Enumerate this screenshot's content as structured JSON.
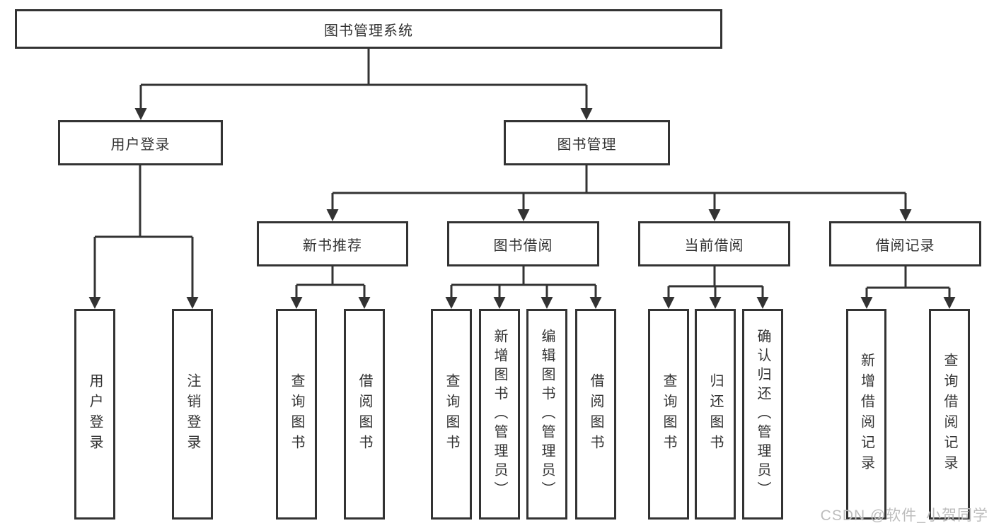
{
  "diagram": {
    "colors": {
      "line": "#333333",
      "text": "#333333",
      "box_background": "#ffffff",
      "watermark": "#bdbdbd"
    },
    "watermark": {
      "text": "CSDN @软件_小贺同学"
    },
    "tree": {
      "label": "图书管理系统",
      "children": [
        {
          "label": "用户登录",
          "children": [
            {
              "label": "用户登录"
            },
            {
              "label": "注销登录"
            }
          ]
        },
        {
          "label": "图书管理",
          "children": [
            {
              "label": "新书推荐",
              "children": [
                {
                  "label": "查询图书"
                },
                {
                  "label": "借阅图书"
                }
              ]
            },
            {
              "label": "图书借阅",
              "children": [
                {
                  "label": "查询图书"
                },
                {
                  "label": "新增图书（管理员）"
                },
                {
                  "label": "编辑图书（管理员）"
                },
                {
                  "label": "借阅图书"
                }
              ]
            },
            {
              "label": "当前借阅",
              "children": [
                {
                  "label": "查询图书"
                },
                {
                  "label": "归还图书"
                },
                {
                  "label": "确认归还（管理员）"
                }
              ]
            },
            {
              "label": "借阅记录",
              "children": [
                {
                  "label": "新增借阅记录"
                },
                {
                  "label": "查询借阅记录"
                }
              ]
            }
          ]
        }
      ]
    }
  }
}
